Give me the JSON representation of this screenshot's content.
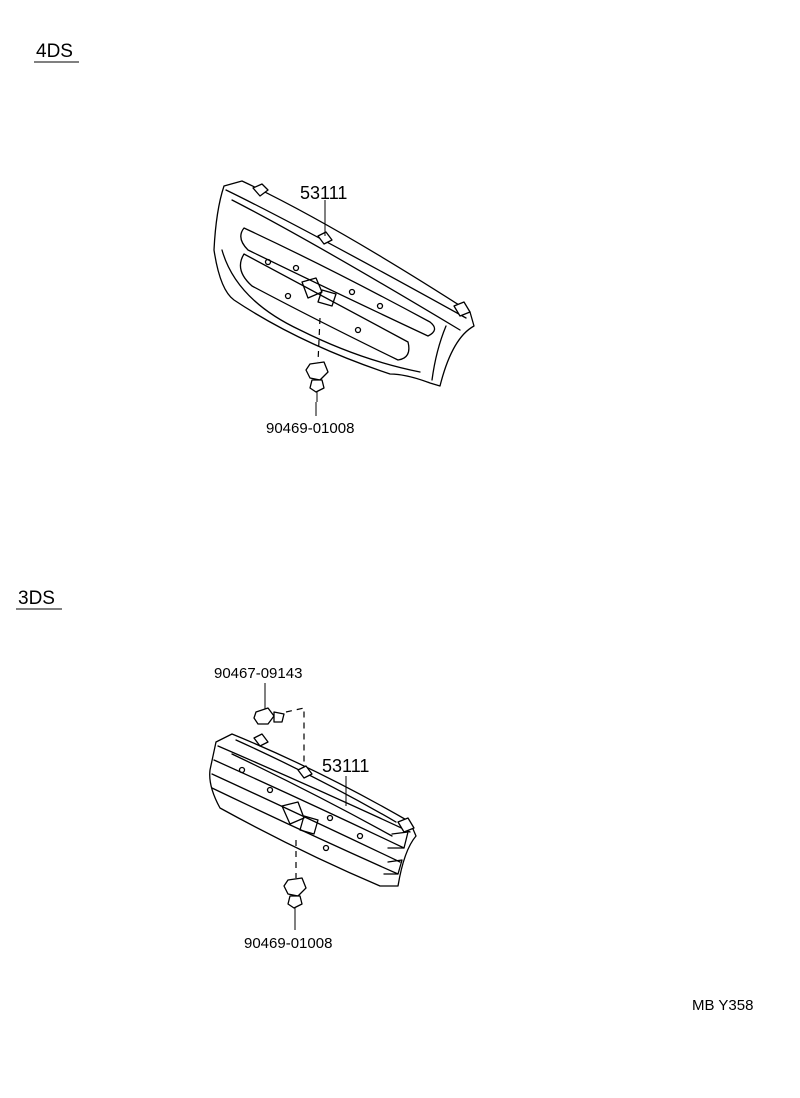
{
  "sections": [
    {
      "heading": "4DS",
      "part_labels": {
        "grille": "53111",
        "clip": "90469-01008"
      }
    },
    {
      "heading": "3DS",
      "part_labels": {
        "screw": "90467-09143",
        "grille": "53111",
        "clip": "90469-01008"
      }
    }
  ],
  "footer_code": "MB Y358"
}
